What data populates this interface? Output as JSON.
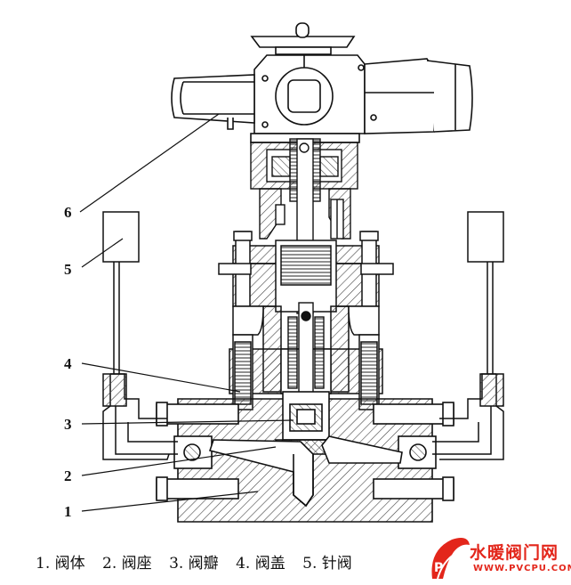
{
  "labels": {
    "n1": "1",
    "n2": "2",
    "n3": "3",
    "n4": "4",
    "n5": "5",
    "n6": "6"
  },
  "caption": {
    "item1": "1. 阀体",
    "item2": "2. 阀座",
    "item3": "3. 阀瓣",
    "item4": "4. 阀盖",
    "item5": "5. 针阀"
  },
  "watermark": {
    "text": "水暖阀门网",
    "url": "WWW.PVCPU.COM",
    "logo": "pv-logo-icon"
  },
  "colors": {
    "line": "#111111",
    "hatch": "#555555",
    "watermark": "#e3261b"
  }
}
